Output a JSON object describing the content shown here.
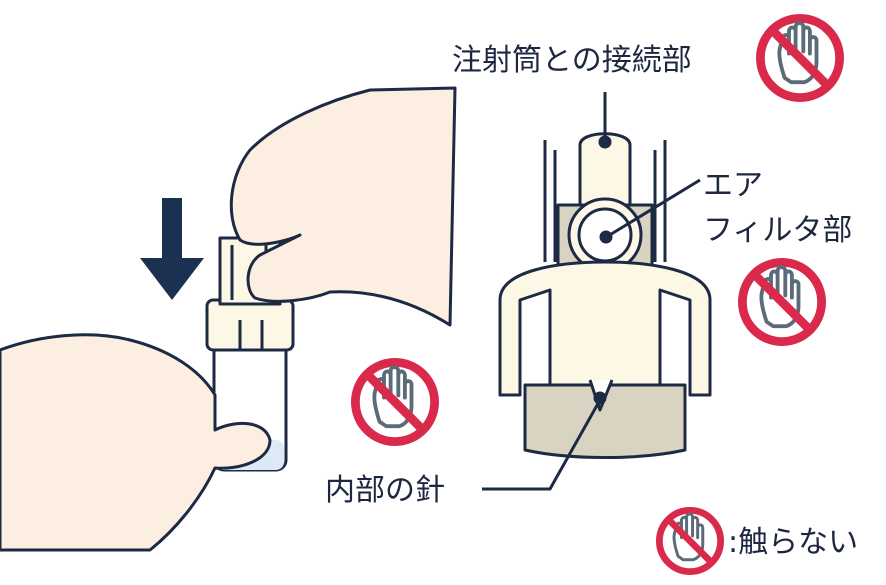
{
  "labels": {
    "syringe_connection": "注射筒との接続部",
    "air_filter_line1": "エア",
    "air_filter_line2": "フィルタ部",
    "inner_needle": "内部の針",
    "legend_do_not_touch": ":触らない"
  },
  "icons": {
    "prohibited": "no-touch-hand-icon",
    "arrow": "down-arrow-icon"
  },
  "colors": {
    "stroke": "#1d2a44",
    "skin": "#fcefe2",
    "cream": "#fdf8e6",
    "grey_fill": "#d9d4c2",
    "prohibit_red": "#d92a4c",
    "hand_grey": "#5b6b78",
    "arrow": "#1b3152"
  }
}
